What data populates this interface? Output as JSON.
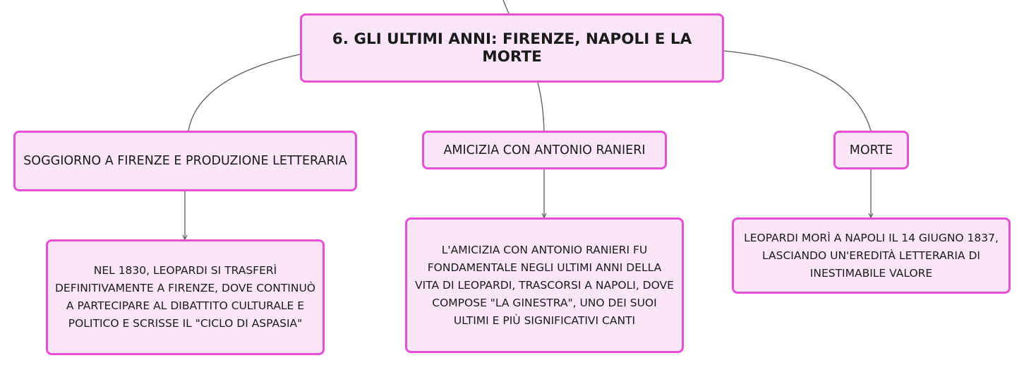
{
  "root": {
    "label": "6. GLI ULTIMI ANNI: FIRENZE, NAPOLI E LA MORTE"
  },
  "branches": [
    {
      "label": "SOGGIORNO A FIRENZE E PRODUZIONE LETTERARIA",
      "detail": "NEL 1830, LEOPARDI SI TRASFERÌ DEFINITIVAMENTE A FIRENZE, DOVE CONTINUÒ A PARTECIPARE AL DIBATTITO CULTURALE E POLITICO E SCRISSE IL \"CICLO DI ASPASIA\""
    },
    {
      "label": "AMICIZIA CON ANTONIO RANIERI",
      "detail": "L'AMICIZIA CON ANTONIO RANIERI FU FONDAMENTALE NEGLI ULTIMI ANNI DELLA VITA DI LEOPARDI, TRASCORSI A NAPOLI, DOVE COMPOSE \"LA GINESTRA\", UNO DEI SUOI ULTIMI E PIÙ SIGNIFICATIVI CANTI"
    },
    {
      "label": "MORTE",
      "detail": "LEOPARDI MORÌ A NAPOLI IL 14 GIUGNO 1837, LASCIANDO UN'EREDITÀ LETTERARIA DI INESTIMABILE VALORE"
    }
  ],
  "colors": {
    "node_fill": "#fbe6f9",
    "node_border": "#e84fd6",
    "connector": "#5a5a5a"
  }
}
